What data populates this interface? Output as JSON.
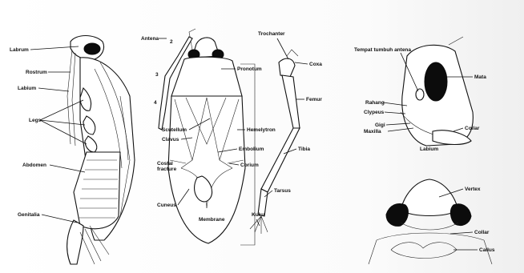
{
  "labels": {
    "labrum": "Labrum",
    "rostrum": "Rostrum",
    "labium_left": "Labium",
    "leg": "Legs",
    "abdomen": "Abdomen",
    "genitalia": "Genitalia",
    "antenna": "Antena",
    "num2": "2",
    "num3": "3",
    "num4": "4",
    "pronotum": "Pronotum",
    "scutellum": "Scutellum",
    "clavus": "Clavus",
    "hemelytron": "Hemelytron",
    "costal_fracture": "Costal\nfracture",
    "cuneus": "Cuneus",
    "corium": "Corium",
    "embolium": "Embolium",
    "membrane": "Membrane",
    "trochanter": "Trochanter",
    "coxa": "Coxa",
    "femur": "Femur",
    "tibia": "Tibia",
    "tarsus": "Tarsus",
    "claw": "Kuku",
    "antenna_base": "Tempat tumbuh antena",
    "eye": "Mata",
    "cheek": "Rahang",
    "clypeus": "Clypeus",
    "jaw": "Gigi",
    "maxilla": "Maxilla",
    "labium_right": "Labium",
    "collar": "Collar",
    "vertex": "Vertex",
    "collar2": "Collar",
    "callus": "Callus"
  }
}
